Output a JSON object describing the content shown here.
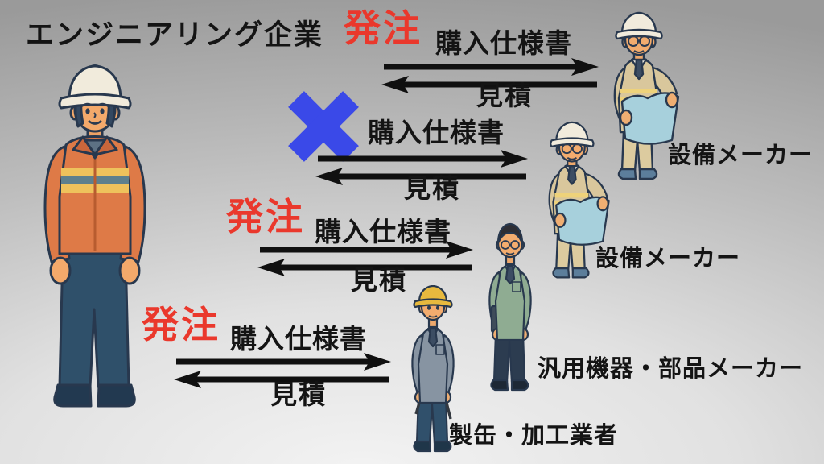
{
  "title": "エンジニアリング企業",
  "colors": {
    "order_text": "#ea382c",
    "reject_mark": "#3a49e8",
    "arrow": "#101010",
    "label_text": "#141414"
  },
  "flows": [
    {
      "status": "ordered",
      "order_label": "発注",
      "request_label": "購入仕様書",
      "response_label": "見積",
      "partner_label": "設備メーカー"
    },
    {
      "status": "rejected",
      "reject_mark": "×",
      "request_label": "購入仕様書",
      "response_label": "見積",
      "partner_label": "設備メーカー"
    },
    {
      "status": "ordered",
      "order_label": "発注",
      "request_label": "購入仕様書",
      "response_label": "見積",
      "partner_label": "汎用機器・部品メーカー"
    },
    {
      "status": "ordered",
      "order_label": "発注",
      "request_label": "購入仕様書",
      "response_label": "見積",
      "partner_label": "製缶・加工業者"
    }
  ],
  "figures": {
    "left_character": "engineering-company-engineer",
    "right_characters": [
      "equipment-maker-worker-with-blueprint",
      "equipment-maker-worker-with-blueprint",
      "general-parts-maker-staff",
      "fabrication-contractor-worker"
    ]
  }
}
